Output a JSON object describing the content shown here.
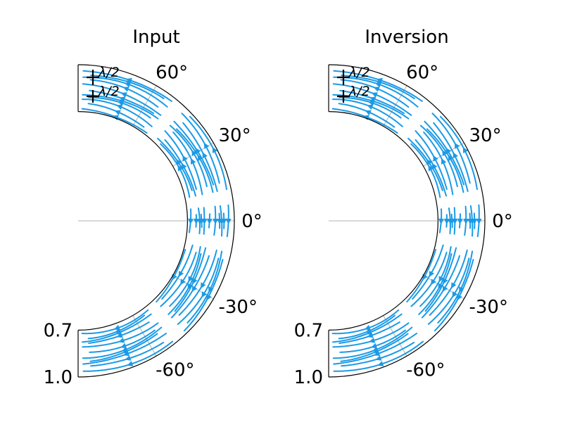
{
  "chart_data": [
    {
      "type": "streamplot",
      "title": "Input",
      "radial_ticks": [
        "0.7",
        "1.0"
      ],
      "radial_range": [
        0.7,
        1.0
      ],
      "angle_range_deg": [
        -90,
        90
      ],
      "angle_ticks": [
        "60°",
        "30°",
        "0°",
        "-30°",
        "-60°"
      ],
      "angle_tick_values": [
        60,
        30,
        0,
        -30,
        -60
      ],
      "scale_labels": [
        "λ/2",
        "λ/2"
      ],
      "stream_color": "#1a9ae6",
      "grid": true
    },
    {
      "type": "streamplot",
      "title": "Inversion",
      "radial_ticks": [
        "0.7",
        "1.0"
      ],
      "radial_range": [
        0.7,
        1.0
      ],
      "angle_range_deg": [
        -90,
        90
      ],
      "angle_ticks": [
        "60°",
        "30°",
        "0°",
        "-30°",
        "-60°"
      ],
      "angle_tick_values": [
        60,
        30,
        0,
        -30,
        -60
      ],
      "scale_labels": [
        "λ/2",
        "λ/2"
      ],
      "stream_color": "#1a9ae6",
      "grid": true
    }
  ]
}
